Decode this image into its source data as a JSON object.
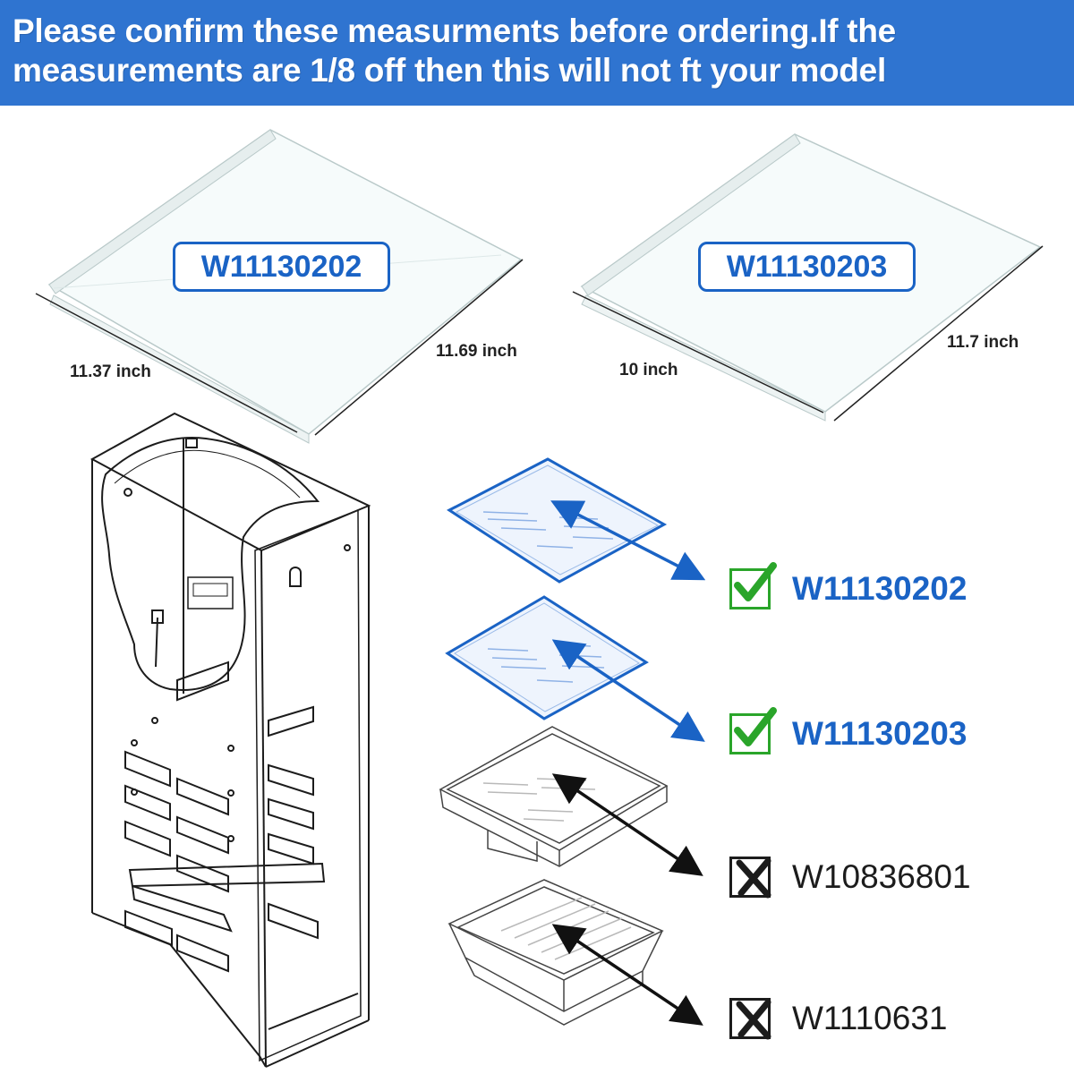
{
  "banner": {
    "line1": "Please confirm these measurments before ordering.If the",
    "line2": "measurements are 1/8 off then this will not ft your model",
    "color": "#2f74d0"
  },
  "shelves": [
    {
      "part_number": "W11130202",
      "width_label": "11.37 inch",
      "depth_label": "11.69 inch"
    },
    {
      "part_number": "W11130203",
      "width_label": "10 inch",
      "depth_label": "11.7 inch"
    }
  ],
  "compatibility": [
    {
      "part_number": "W11130202",
      "status": "compatible",
      "icon": "green-check-icon",
      "arrow_color": "#1a63c5"
    },
    {
      "part_number": "W11130203",
      "status": "compatible",
      "icon": "green-check-icon",
      "arrow_color": "#1a63c5"
    },
    {
      "part_number": "W10836801",
      "status": "not-compatible",
      "icon": "black-x-icon",
      "arrow_color": "#111111"
    },
    {
      "part_number": "W1110631",
      "status": "not-compatible",
      "icon": "black-x-icon",
      "arrow_color": "#111111"
    }
  ],
  "colors": {
    "accent_blue": "#1a63c5",
    "check_green": "#2aa52a",
    "line_dark": "#1c1c1c"
  }
}
